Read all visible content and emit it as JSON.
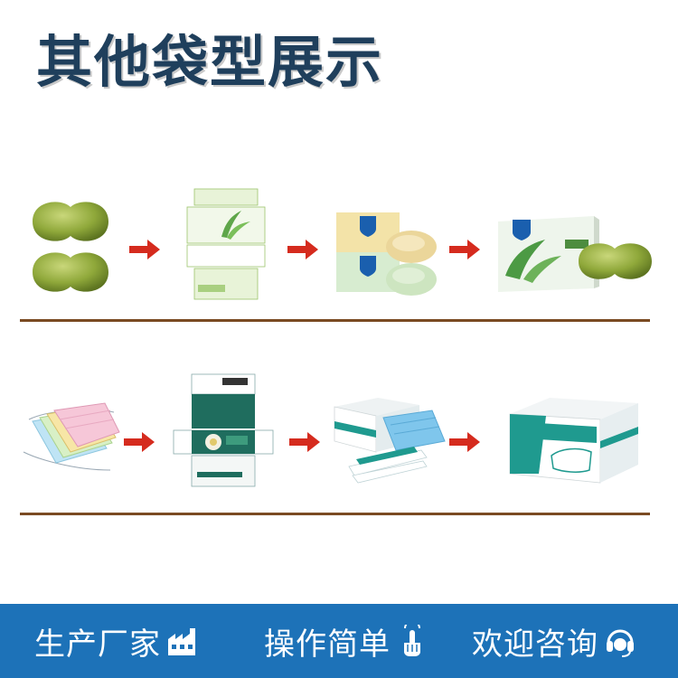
{
  "title": "其他袋型展示",
  "footer": {
    "feature1": "生产厂家",
    "feature2": "操作简单",
    "feature3": "欢迎咨询"
  },
  "colors": {
    "title": "#1f3f5c",
    "divider": "#7a4a22",
    "arrow": "#d52b1e",
    "footer_bg": "#1d72b8",
    "soap_green": "#8fa83a",
    "mask_teal": "#1f9a8f"
  },
  "icons": {
    "feature1": "factory-icon",
    "feature2": "tap-hand-icon",
    "feature3": "headset-icon"
  }
}
